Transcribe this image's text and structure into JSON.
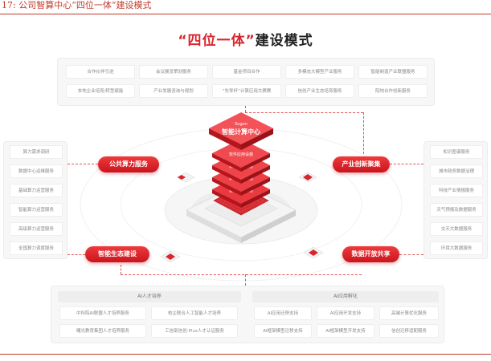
{
  "caption": "17:  公司智算中心“四位一体”建设模式",
  "title": {
    "highlight": "“四位一体”",
    "rest": "建设模式"
  },
  "top_chips": [
    "合作伙伴引进",
    "会议展览策划服务",
    "基金项目合作",
    "多模态大模型产业服务",
    "智能制造产业联盟服务",
    "本地企业培育/转型赋能",
    "产业发展咨询与规划",
    "“先导杯”计算应用大赛赛",
    "信创产业生态培育服务",
    "院地合作创新服务"
  ],
  "left_chips": [
    "算力需求调研",
    "数据中心运维服务",
    "基础算力运营服务",
    "智能算力运营服务",
    "高级算力运营服务",
    "全国算力调度服务"
  ],
  "right_chips": [
    "知识图谱服务",
    "城市政务数据治理",
    "科技产业情报服务",
    "天气预报及数据服务",
    "交天大数据服务",
    "环境大数据服务"
  ],
  "pills": {
    "top_left": "公共算力服务",
    "top_right": "产业创新聚集",
    "bottom_left": "智能生态建设",
    "bottom_right": "数据开放共享"
  },
  "center": {
    "logo": "Sugon",
    "top_label": "智能计算中心",
    "layers": [
      "软件应用设施",
      "系统软件设施",
      "算力支撑设施",
      "基础支撑设施"
    ]
  },
  "bottom": {
    "left_head": "AI人才培养",
    "right_head": "AI应用孵化",
    "left_chips": [
      "中科院AI联盟人才培养服务",
      "校企联合人工智能人才培养",
      "曙光教育集团人才培养服务",
      "工信部信创-Plus人才认证服务"
    ],
    "right_chips": [
      "AI应用迁移支持",
      "AI应用开发支持",
      "高端计算优化服务",
      "AI框架模型迁移支持",
      "AI框架模型开发支持",
      "信创迁移适配服务"
    ]
  },
  "colors": {
    "accent": "#d8262f",
    "panel": "#f7f7f8"
  }
}
